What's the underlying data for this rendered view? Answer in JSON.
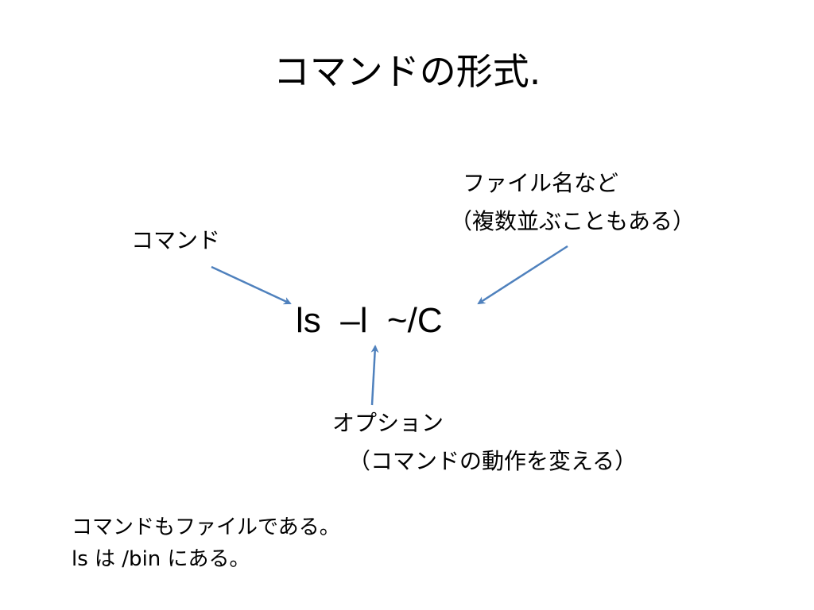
{
  "slide": {
    "title": "コマンドの形式.",
    "example_command": "ls  –l  ~/C",
    "labels": {
      "command": "コマンド",
      "filename_line1": "ファイル名など",
      "filename_line2": "（複数並ぶこともある）",
      "option_line1": "オプション",
      "option_line2": "（コマンドの動作を変える）"
    },
    "notes": [
      "コマンドもファイルである。",
      "ls は /bin にある。"
    ],
    "colors": {
      "arrow": "#4f81bd",
      "text": "#000000",
      "background": "#ffffff"
    }
  }
}
